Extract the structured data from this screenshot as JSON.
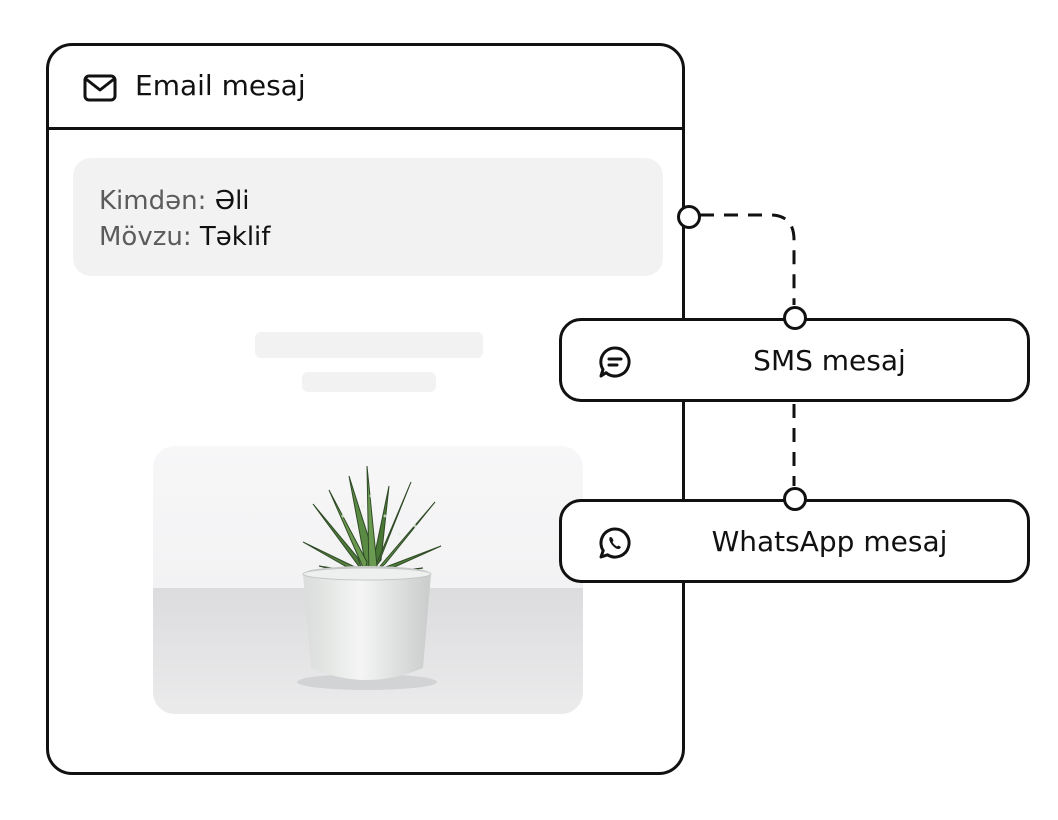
{
  "email": {
    "title": "Email mesaj",
    "icon": "envelope-icon",
    "from_label": "Kimdən:",
    "from_value": "Əli",
    "subject_label": "Mövzu:",
    "subject_value": "Təklif"
  },
  "channels": [
    {
      "label": "SMS mesaj",
      "icon": "chat-bubble-icon"
    },
    {
      "label": "WhatsApp mesaj",
      "icon": "whatsapp-icon"
    }
  ],
  "colors": {
    "stroke": "#111111",
    "panel": "#f2f2f3",
    "label_gray": "#5c5c5c"
  }
}
